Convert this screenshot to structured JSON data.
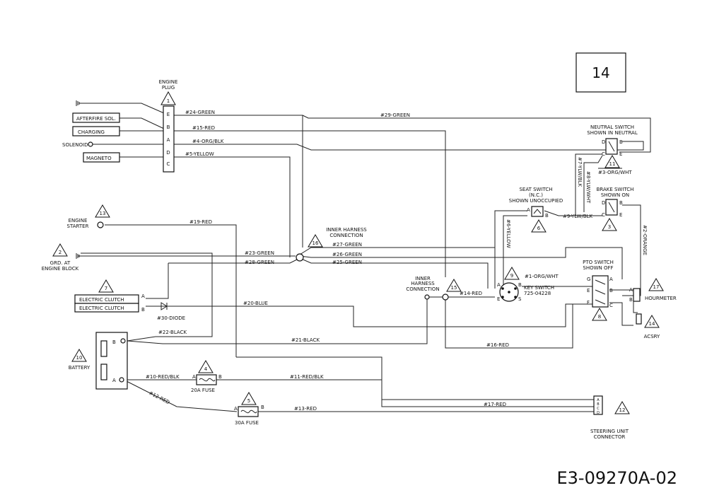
{
  "page": {
    "number": "14",
    "drawing_code": "E3-09270A-02"
  },
  "components": {
    "engine_plug": {
      "title_line1": "ENGINE",
      "title_line2": "PLUG",
      "ref": "1",
      "pins": [
        "E",
        "B",
        "A",
        "D",
        "C"
      ]
    },
    "afterfire": {
      "label": "AFTERFIRE SOL."
    },
    "charging": {
      "label": "CHARGING"
    },
    "solenoid": {
      "label": "SOLENOID"
    },
    "magneto": {
      "label": "MAGNETO"
    },
    "engine_starter": {
      "line1": "ENGINE",
      "line2": "STARTER",
      "ref": "13"
    },
    "ground": {
      "line1": "GRD. AT",
      "line2": "ENGINE BLOCK",
      "ref": "2"
    },
    "electric_clutch": {
      "label1": "ELECTRIC CLUTCH",
      "label2": "ELECTRIC CLUTCH",
      "ref": "7",
      "pin_a": "A",
      "pin_b": "B"
    },
    "diode": {
      "label": "#30-DIODE"
    },
    "battery": {
      "label": "BATTERY",
      "ref": "10",
      "pin_b": "B",
      "pin_a": "A"
    },
    "fuse_20a": {
      "label": "20A FUSE",
      "ref": "4",
      "pin_a": "A",
      "pin_b": "B"
    },
    "fuse_30a": {
      "label": "30A FUSE",
      "ref": "5",
      "pin_a": "A",
      "pin_b": "B"
    },
    "inner_harness_left": {
      "line1": "INNER HARNESS",
      "line2": "CONNECTION",
      "ref": "16"
    },
    "inner_harness_mid": {
      "line1": "INNER",
      "line2": "HARNESS",
      "line3": "CONNECTION",
      "ref": "15"
    },
    "key_switch": {
      "line1": "KEY SWITCH",
      "line2": "725-04228",
      "ref": "9",
      "pins": [
        "A",
        "B",
        "E",
        "S"
      ]
    },
    "seat_switch": {
      "line1": "SEAT SWITCH",
      "line2": "(N.C.)",
      "line3": "SHOWN UNOCCUPIED",
      "ref": "6",
      "pin_a": "A",
      "pin_b": "B"
    },
    "neutral_switch": {
      "line1": "NEUTRAL SWITCH",
      "line2": "SHOWN IN NEUTRAL",
      "ref": "11",
      "pins": [
        "D",
        "B",
        "C",
        "E"
      ]
    },
    "brake_switch": {
      "line1": "BRAKE SWITCH",
      "line2": "SHOWN ON",
      "ref": "3",
      "pins": [
        "D",
        "B",
        "C",
        "E"
      ]
    },
    "pto_switch": {
      "line1": "PTO SWITCH",
      "line2": "SHOWN OFF",
      "ref": "8",
      "pins": [
        "G",
        "A",
        "E",
        "B",
        "F",
        "C"
      ]
    },
    "hourmeter": {
      "label": "HOURMETER",
      "ref": "17",
      "pin_a": "A",
      "pin_b": "B"
    },
    "acsry": {
      "label": "ACSRY",
      "ref": "14"
    },
    "steering": {
      "line1": "STEERING UNIT",
      "line2": "CONNECTOR",
      "ref": "12",
      "pins": [
        "A",
        "B",
        "C",
        "D"
      ]
    }
  },
  "wires": {
    "w24": "#24-GREEN",
    "w29": "#29-GREEN",
    "w15": "#15-RED",
    "w4": "#4-ORG/BLK",
    "w5": "#5-YELLOW",
    "w19": "#19-RED",
    "w27": "#27-GREEN",
    "w23": "#23-GREEN",
    "w26": "#26-GREEN",
    "w28": "#28-GREEN",
    "w25": "#25-GREEN",
    "w20": "#20-BLUE",
    "w14": "#14-RED",
    "w22": "#22-BLACK",
    "w21": "#21-BLACK",
    "w16": "#16-RED",
    "w10": "#10-RED/BLK",
    "w11": "#11-RED/BLK",
    "w12": "#12-RED",
    "w13": "#13-RED",
    "w17": "#17-RED",
    "w1": "#1-ORG/WHT",
    "w3": "#3-ORG/WHT",
    "w9": "#9-YLW/BLK",
    "w6": "#6-YELLOW",
    "w7": "#7-YLW/BLK",
    "w8": "#8-YLW/WHT",
    "w2": "#2-ORANGE"
  }
}
